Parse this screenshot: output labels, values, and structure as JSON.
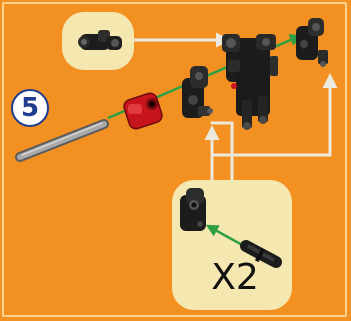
{
  "step": {
    "number": "5"
  },
  "subassembly": {
    "quantity": "X2"
  },
  "colors": {
    "background": "#f29121",
    "callout_fill": "#f4e7b0",
    "arrow": "#ece9df",
    "axle_guide": "#2ea043",
    "part_black": "#1c1c1c",
    "part_red": "#c8141c",
    "axle_gray": "#8a8a8a",
    "step_circle_text": "#1d3c8f"
  },
  "parts": [
    {
      "name": "axle",
      "icon": "gray-axle"
    },
    {
      "name": "red-bushing",
      "icon": "red-bush-connector"
    },
    {
      "name": "black-angle-connector",
      "icon": "black-connector"
    },
    {
      "name": "main-assembly",
      "icon": "black-hub-assembly"
    },
    {
      "name": "end-connector",
      "icon": "black-connector"
    },
    {
      "name": "callout-top-part",
      "icon": "black-double-connector"
    },
    {
      "name": "callout-bottom-connector",
      "icon": "black-connector"
    },
    {
      "name": "callout-bottom-pin",
      "icon": "black-pin"
    }
  ]
}
